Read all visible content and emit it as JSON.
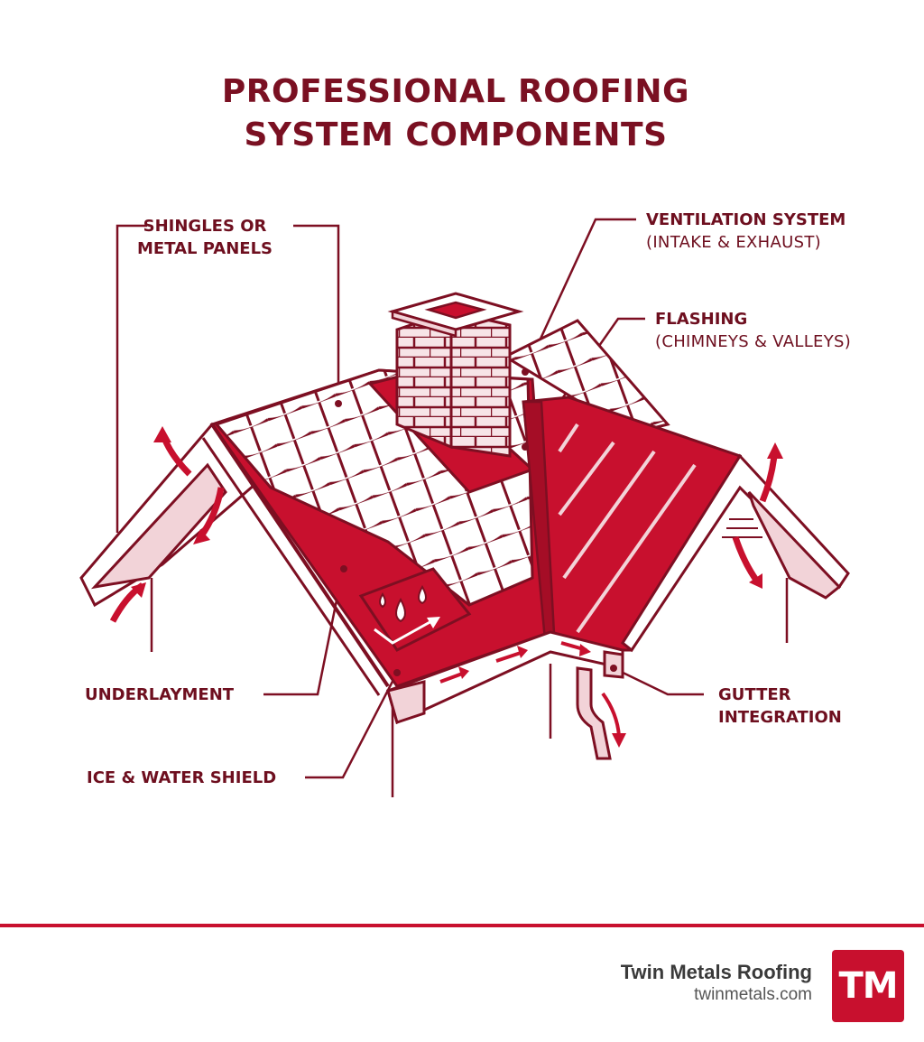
{
  "title": {
    "line1": "PROFESSIONAL ROOFING",
    "line2": "SYSTEM COMPONENTS"
  },
  "labels": {
    "shingles": {
      "line1": "SHINGLES OR",
      "line2": "METAL PANELS"
    },
    "ventilation": {
      "main": "VENTILATION SYSTEM",
      "sub": "(INTAKE & EXHAUST)"
    },
    "flashing": {
      "main": "FLASHING",
      "sub": "(CHIMNEYS & VALLEYS)"
    },
    "underlayment": {
      "main": "UNDERLAYMENT"
    },
    "ice_water": {
      "main": "ICE & WATER SHIELD"
    },
    "gutter": {
      "line1": "GUTTER",
      "line2": "INTEGRATION"
    }
  },
  "icons": {
    "water-drops": "water-drops-icon",
    "airflow-arrows": "airflow-arrow-icon",
    "gutter-flow": "flow-arrow-icon",
    "logo": "tm-logo-icon"
  },
  "footer": {
    "company": "Twin Metals Roofing",
    "url": "twinmetals.com",
    "logo_text": "TM"
  },
  "colors": {
    "primary_red": "#c8102e",
    "dark_maroon": "#7a1022",
    "outline": "#7d0f22",
    "light_pink": "#f2d3d8",
    "text_gray": "#3a3a3a"
  }
}
